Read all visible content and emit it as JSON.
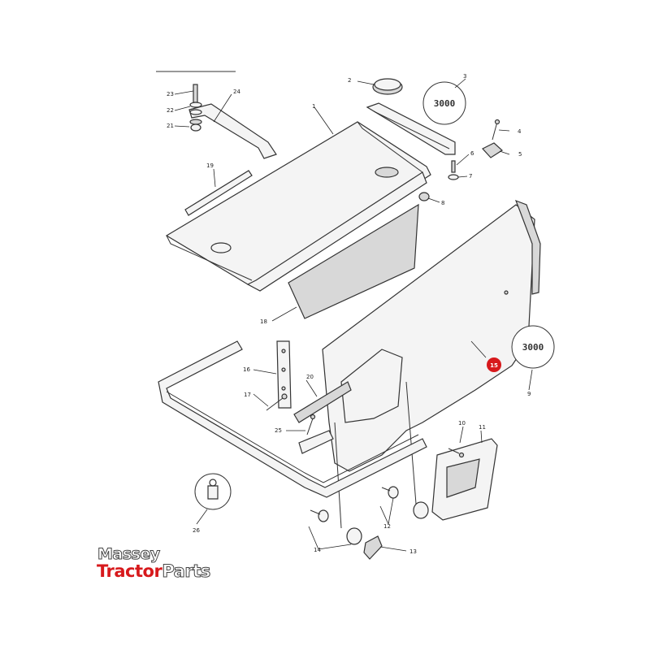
{
  "callouts": {
    "c1": "1",
    "c2": "2",
    "c3": "3",
    "c4": "4",
    "c5": "5",
    "c6": "6",
    "c7": "7",
    "c8": "8",
    "c9": "9",
    "c10": "10",
    "c11": "11",
    "c13": "13",
    "c14": "14",
    "c15": "15",
    "c16": "16",
    "c17": "17",
    "c18": "18",
    "c19": "19",
    "c20": "20",
    "c21": "21",
    "c22": "22",
    "c23": "23",
    "c24": "24",
    "c25": "25",
    "c26": "26",
    "c12": "12"
  },
  "highlight_color": "#d7191c",
  "zoom_badges": {
    "z3": "3000",
    "z9": "3000"
  },
  "logo": {
    "line1": "Massey",
    "line2_brand": "Tractor",
    "line2_suffix": "Parts"
  }
}
